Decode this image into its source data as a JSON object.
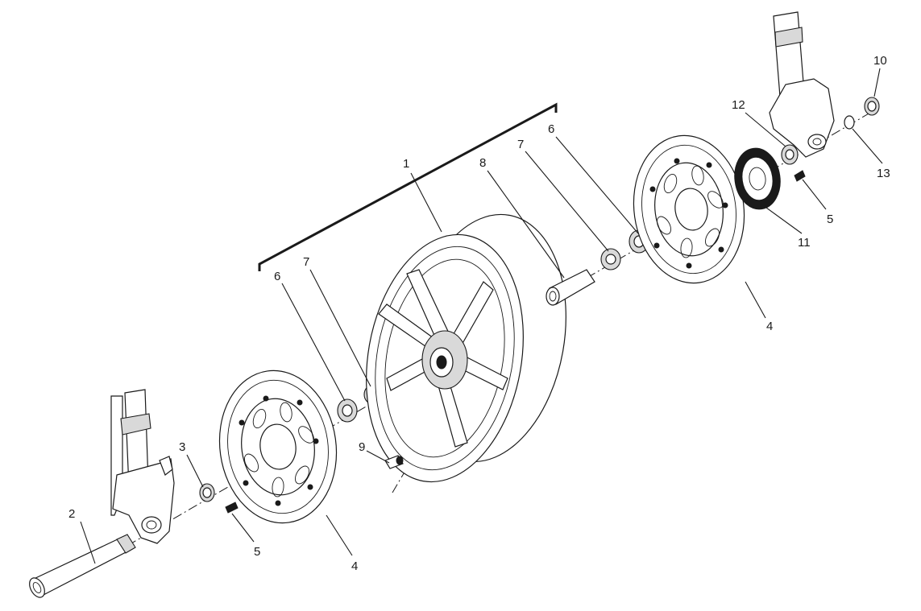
{
  "callouts": [
    {
      "id": "c1",
      "text": "1"
    },
    {
      "id": "c2",
      "text": "2"
    },
    {
      "id": "c3",
      "text": "3"
    },
    {
      "id": "c4a",
      "text": "4"
    },
    {
      "id": "c4b",
      "text": "4"
    },
    {
      "id": "c5a",
      "text": "5"
    },
    {
      "id": "c5b",
      "text": "5"
    },
    {
      "id": "c6a",
      "text": "6"
    },
    {
      "id": "c6b",
      "text": "6"
    },
    {
      "id": "c7a",
      "text": "7"
    },
    {
      "id": "c7b",
      "text": "7"
    },
    {
      "id": "c8",
      "text": "8"
    },
    {
      "id": "c9",
      "text": "9"
    },
    {
      "id": "c10",
      "text": "10"
    },
    {
      "id": "c11",
      "text": "11"
    },
    {
      "id": "c12",
      "text": "12"
    },
    {
      "id": "c13",
      "text": "13"
    }
  ]
}
